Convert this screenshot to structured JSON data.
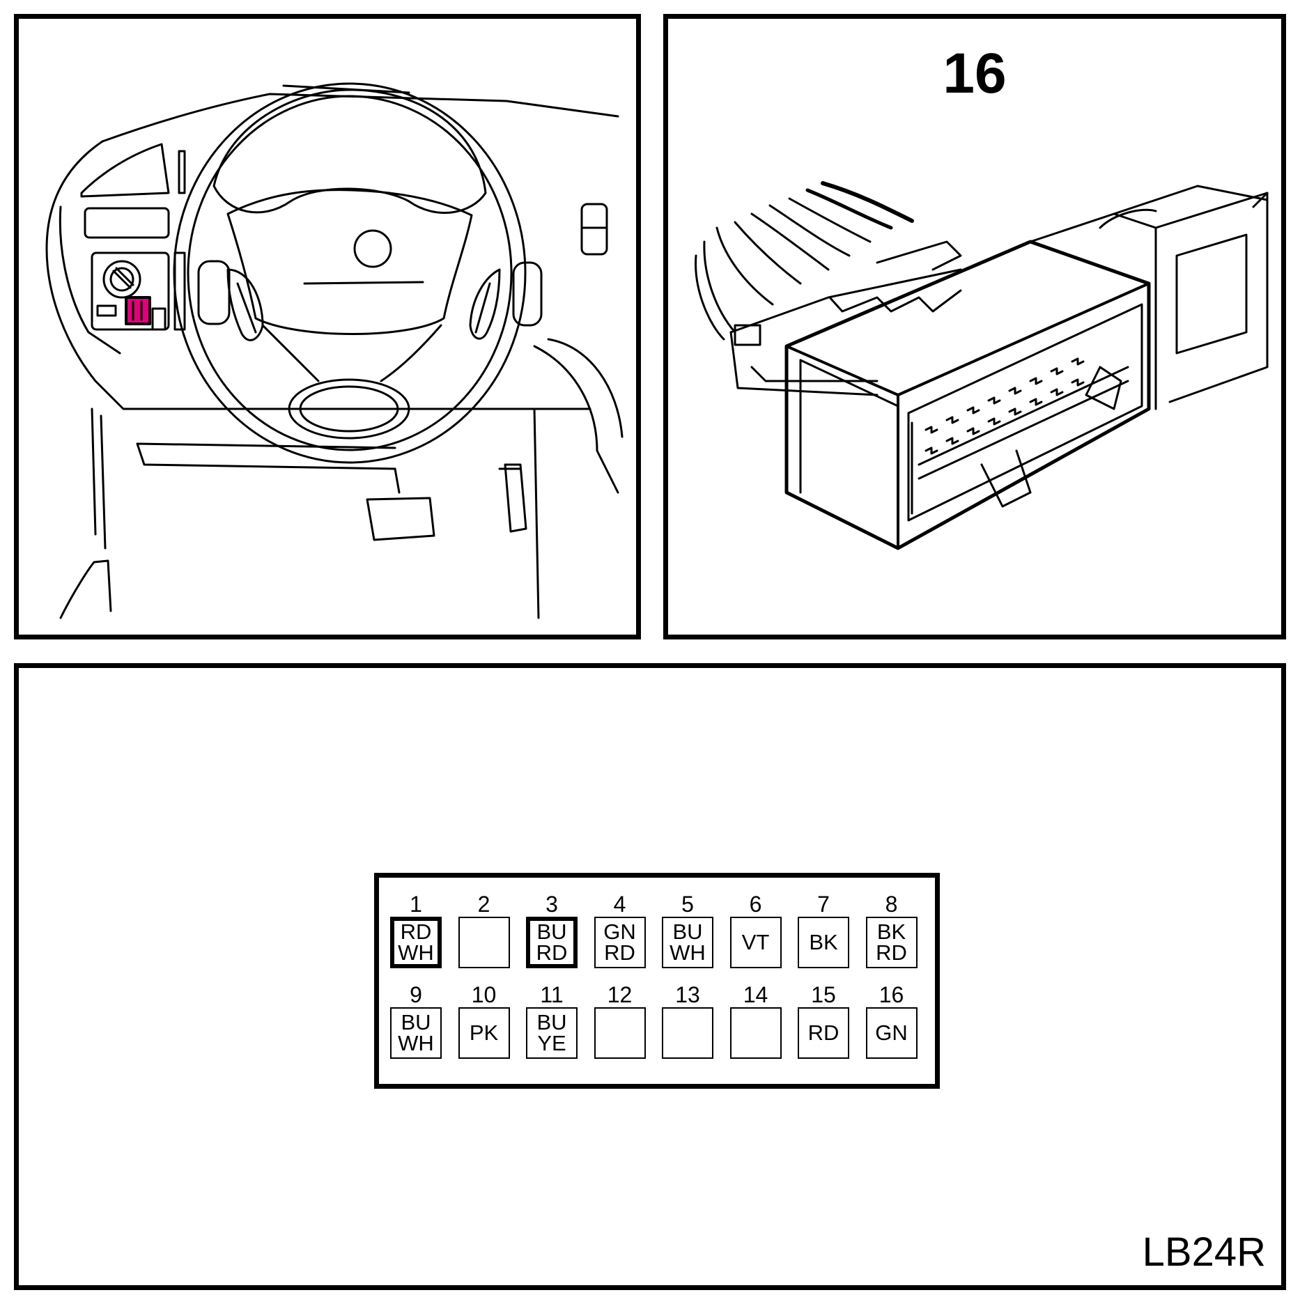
{
  "connector": {
    "pin_count": "16",
    "doc_code": "LB24R",
    "highlight_color": "#e0007a",
    "pins": [
      {
        "num": "1",
        "colors": [
          "RD",
          "WH"
        ],
        "bold": true
      },
      {
        "num": "2",
        "colors": [],
        "bold": false
      },
      {
        "num": "3",
        "colors": [
          "BU",
          "RD"
        ],
        "bold": true
      },
      {
        "num": "4",
        "colors": [
          "GN",
          "RD"
        ],
        "bold": false
      },
      {
        "num": "5",
        "colors": [
          "BU",
          "WH"
        ],
        "bold": false
      },
      {
        "num": "6",
        "colors": [
          "VT"
        ],
        "bold": false
      },
      {
        "num": "7",
        "colors": [
          "BK"
        ],
        "bold": false
      },
      {
        "num": "8",
        "colors": [
          "BK",
          "RD"
        ],
        "bold": false
      },
      {
        "num": "9",
        "colors": [
          "BU",
          "WH"
        ],
        "bold": false
      },
      {
        "num": "10",
        "colors": [
          "PK"
        ],
        "bold": false
      },
      {
        "num": "11",
        "colors": [
          "BU",
          "YE"
        ],
        "bold": false
      },
      {
        "num": "12",
        "colors": [],
        "bold": false
      },
      {
        "num": "13",
        "colors": [],
        "bold": false
      },
      {
        "num": "14",
        "colors": [],
        "bold": false
      },
      {
        "num": "15",
        "colors": [
          "RD"
        ],
        "bold": false
      },
      {
        "num": "16",
        "colors": [
          "GN"
        ],
        "bold": false
      }
    ]
  }
}
